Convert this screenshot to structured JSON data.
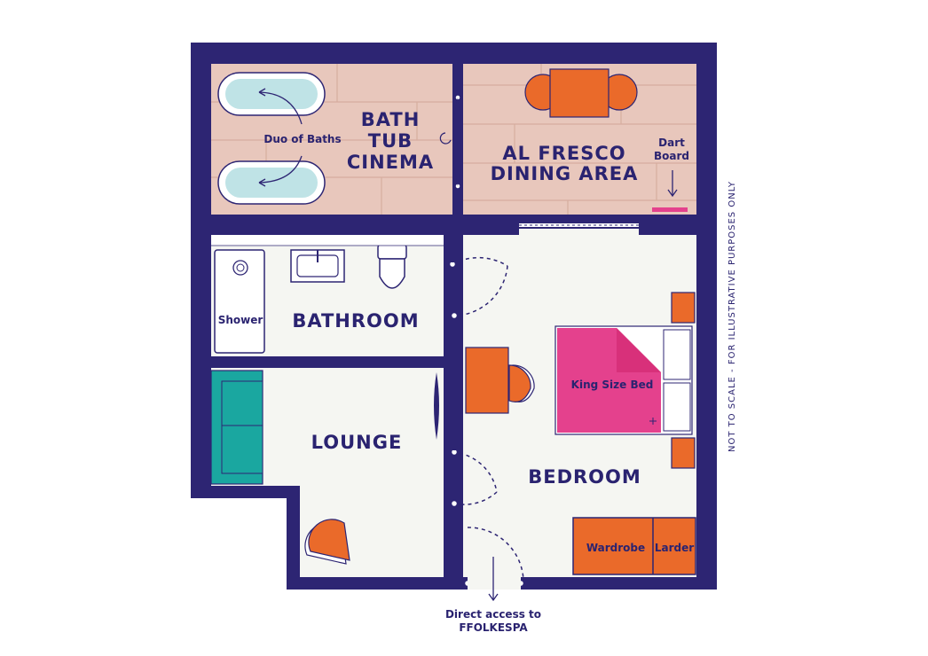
{
  "colors": {
    "wall": "#2d2573",
    "floor": "#f5f6f2",
    "deck": "#e8c7bc",
    "furniture": "#ea6a2a",
    "bed": "#e4418d",
    "sofa": "#1aa7a0",
    "bath_water": "#bfe3e6",
    "text": "#2a2370"
  },
  "rooms": {
    "bath_tub_cinema": [
      "BATH",
      "TUB",
      "CINEMA"
    ],
    "al_fresco": [
      "AL FRESCO",
      "DINING AREA"
    ],
    "bathroom": "BATHROOM",
    "lounge": "LOUNGE",
    "bedroom": "BEDROOM"
  },
  "labels": {
    "duo_of_baths": "Duo of Baths",
    "dart_board": [
      "Dart",
      "Board"
    ],
    "shower": "Shower",
    "king_size_bed": "King Size Bed",
    "wardrobe": "Wardrobe",
    "larder": "Larder",
    "direct_access": [
      "Direct access to",
      "FFOLKESPA"
    ]
  },
  "note": "NOT TO SCALE - FOR ILLUSTRATIVE PURPOSES ONLY"
}
